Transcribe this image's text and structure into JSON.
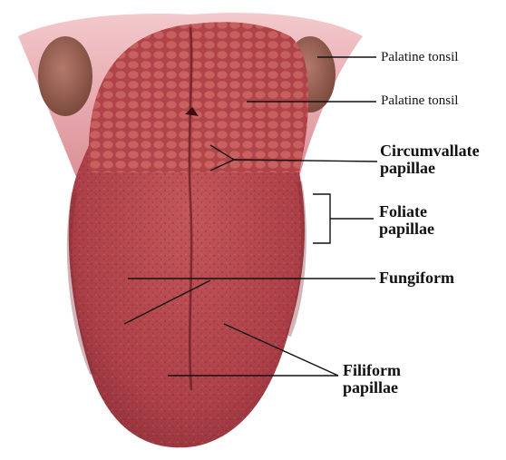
{
  "labels": {
    "palatine_tonsil_1": "Palatine tonsil",
    "palatine_tonsil_2": "Palatine tonsil",
    "circumvallate_line1": "Circumvallate",
    "circumvallate_line2": "papillae",
    "foliate_line1": "Foliate",
    "foliate_line2": "papillae",
    "fungiform": "Fungiform",
    "filiform_line1": "Filiform",
    "filiform_line2": "papillae"
  },
  "colors": {
    "tongue_base": "#b5464c",
    "tongue_dark": "#7e2a32",
    "tongue_light": "#d76e70",
    "throat_pink": "#e8a9ae",
    "tonsil": "#9a5a4e",
    "leader_line": "#111111"
  }
}
